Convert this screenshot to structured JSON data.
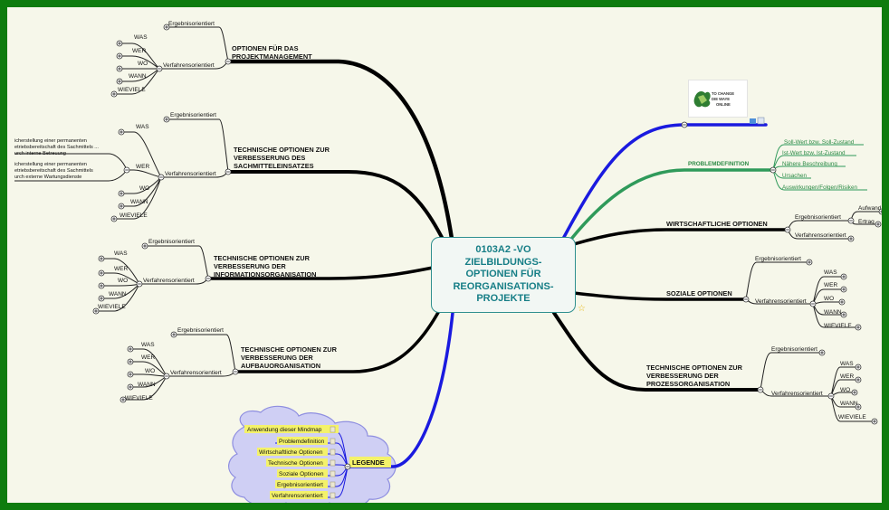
{
  "central": {
    "lines": [
      "0103A2 -VO",
      "ZIELBILDUNGS-",
      "OPTIONEN FÜR",
      "REORGANISATIONS-",
      "PROJEKTE"
    ]
  },
  "common": {
    "ergebnis": "Ergebnisorientiert",
    "verfahren": "Verfahrensorientiert",
    "was": "WAS",
    "wer": "WER",
    "wo": "WO",
    "wann": "WANN",
    "wieviele": "WIEVIELE"
  },
  "branches": {
    "projektmanagement": {
      "l1": "OPTIONEN FÜR DAS",
      "l2": "PROJEKTMANAGEMENT"
    },
    "sachmittel": {
      "l1": "TECHNISCHE OPTIONEN ZUR",
      "l2": "VERBESSERUNG DES",
      "l3": "SACHMITTELEINSATZES",
      "notes": [
        "icherstellung einer permanenten",
        "etriebsbereitschaft des Sachmittels ...",
        "urch interne Betreuung",
        "icherstellung einer permanenten",
        "etriebsbereitschaft des Sachmittels",
        "urch externe Wartungsdienste"
      ]
    },
    "information": {
      "l1": "TECHNISCHE OPTIONEN ZUR",
      "l2": "VERBESSERUNG DER",
      "l3": "INFORMATIONSORGANISATION"
    },
    "aufbau": {
      "l1": "TECHNISCHE OPTIONEN ZUR",
      "l2": "VERBESSERUNG DER",
      "l3": "AUFBAUORGANISATION"
    },
    "problem": {
      "title": "PROBLEMDEFINITION",
      "items": [
        "Soll-Wert bzw.   Soll-Zustand",
        "Ist-Wert bzw.   Ist-Zustand",
        "Nähere Beschreibung",
        "Ursachen",
        "Auswirkungen/Folgen/Risiken"
      ]
    },
    "wirtschaft": {
      "title": "WIRTSCHAFTLICHE OPTIONEN",
      "aufwand": "Aufwand",
      "ertrag": "Ertrag"
    },
    "sozial": {
      "title": "SOZIALE OPTIONEN"
    },
    "prozess": {
      "l1": "TECHNISCHE OPTIONEN ZUR",
      "l2": "VERBESSERUNG DER",
      "l3": "PROZESSORGANISATION"
    }
  },
  "legend": {
    "title": "LEGENDE",
    "items": [
      "Anwendung dieser Mindmap",
      "Problemdefinition",
      "Wirtschaftliche Optionen",
      "Technische Optionen",
      "Soziale Optionen",
      "Ergebnisorientiert",
      "Verfahrensorientiert"
    ]
  },
  "logo": {
    "line1": "TO CHANGE",
    "line2": "DIE WAYE",
    "line3": "ONLINE"
  },
  "colors": {
    "frame": "#0e7c0e",
    "background": "#f6f7ea",
    "central_text": "#167e86",
    "blue_branch": "#1a1adf",
    "green_branch": "#2f9a5a",
    "legend_fill": "#cfcff4",
    "legend_highlight": "#f4f26a"
  }
}
